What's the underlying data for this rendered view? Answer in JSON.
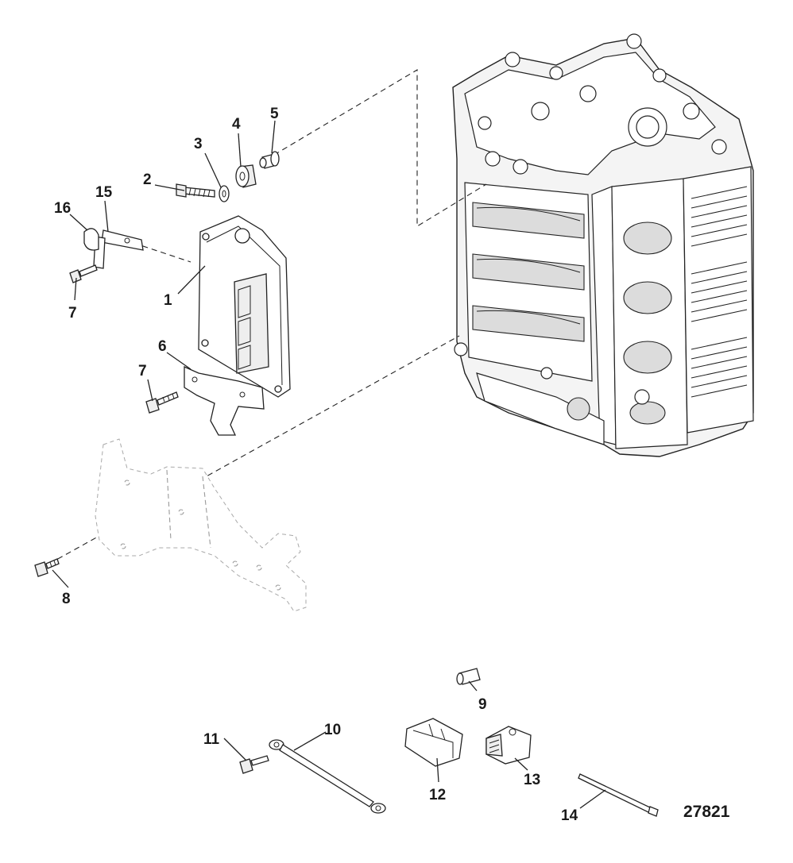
{
  "diagram": {
    "part_number": "27821",
    "callouts": [
      {
        "id": "c1",
        "label": "1"
      },
      {
        "id": "c2",
        "label": "2"
      },
      {
        "id": "c3",
        "label": "3"
      },
      {
        "id": "c4",
        "label": "4"
      },
      {
        "id": "c5",
        "label": "5"
      },
      {
        "id": "c6",
        "label": "6"
      },
      {
        "id": "c7a",
        "label": "7"
      },
      {
        "id": "c7b",
        "label": "7"
      },
      {
        "id": "c8",
        "label": "8"
      },
      {
        "id": "c9",
        "label": "9"
      },
      {
        "id": "c10",
        "label": "10"
      },
      {
        "id": "c11",
        "label": "11"
      },
      {
        "id": "c12",
        "label": "12"
      },
      {
        "id": "c13",
        "label": "13"
      },
      {
        "id": "c14",
        "label": "14"
      },
      {
        "id": "c15",
        "label": "15"
      },
      {
        "id": "c16",
        "label": "16"
      }
    ],
    "colors": {
      "line": "#222222",
      "ghost": "#9a9a9a",
      "background": "#ffffff"
    }
  }
}
